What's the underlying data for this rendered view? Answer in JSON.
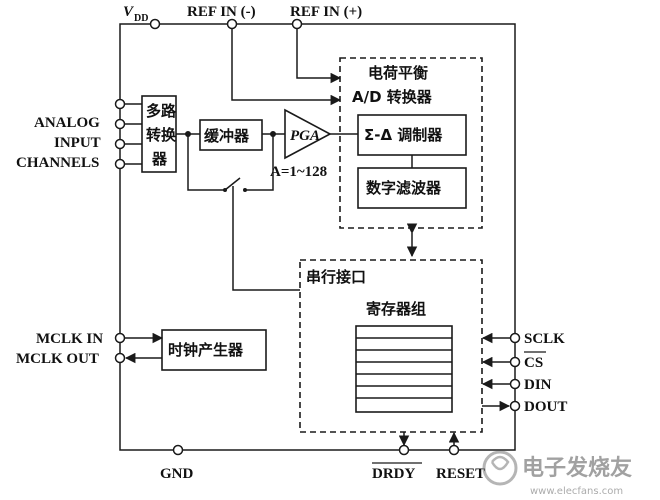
{
  "pins": {
    "vdd": "V",
    "vdd_sub": "DD",
    "ref_in_minus": "REF IN (-)",
    "ref_in_plus": "REF IN (+)",
    "analog": "ANALOG",
    "input": "INPUT",
    "channels": "CHANNELS",
    "mclk_in": "MCLK IN",
    "mclk_out": "MCLK OUT",
    "gnd": "GND",
    "sclk": "SCLK",
    "cs": "CS",
    "din": "DIN",
    "dout": "DOUT",
    "drdy": "DRDY",
    "reset": "RESET"
  },
  "blocks": {
    "mux_line1": "多路",
    "mux_line2": "转换",
    "mux_line3": "器",
    "buffer": "缓冲器",
    "pga": "PGA",
    "pga_gain": "A=1~128",
    "adc_title1": "电荷平衡",
    "adc_title2": "A/D 转换器",
    "modulator": "Σ-Δ 调制器",
    "filter": "数字滤波器",
    "serial_interface": "串行接口",
    "registers": "寄存器组",
    "clock_gen": "时钟产生器"
  },
  "watermark": {
    "text": "电子发烧友",
    "url": "www.elecfans.com"
  }
}
